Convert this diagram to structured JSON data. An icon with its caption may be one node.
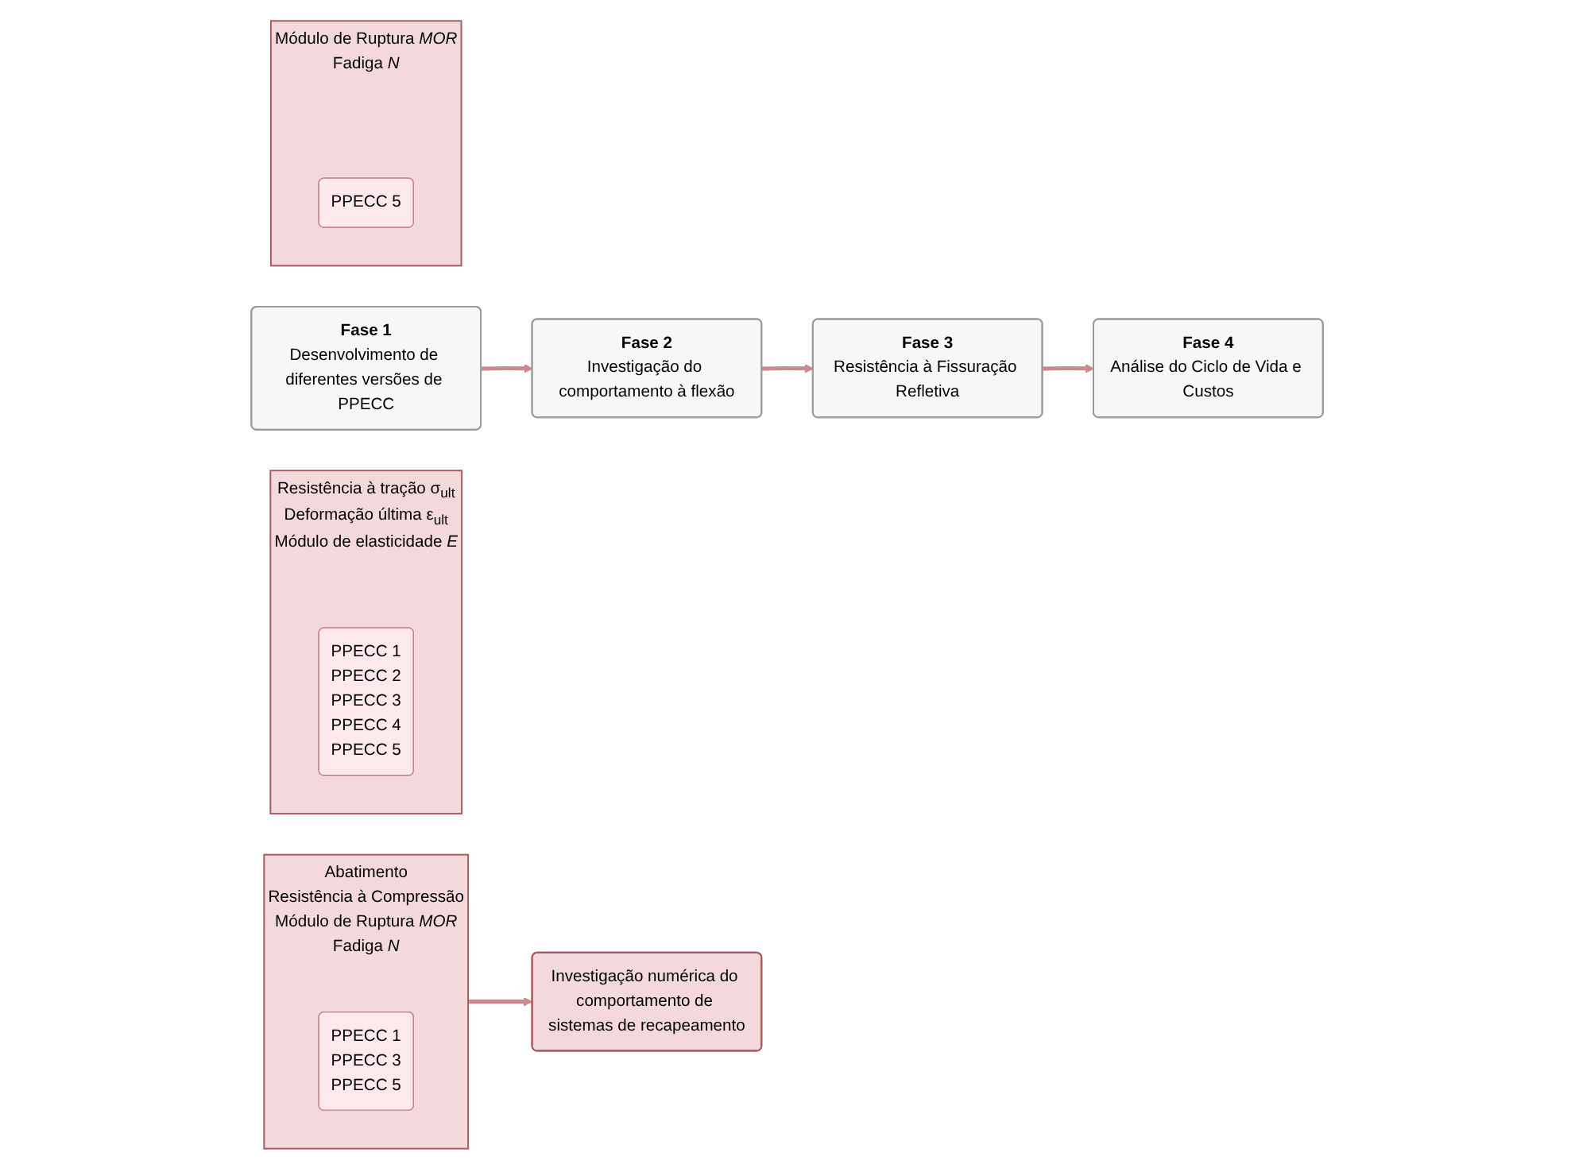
{
  "diagram": {
    "nodes": [
      {
        "text": [
          "Fase 1",
          "Desenvolvimento de diferentes versões de PPECC"
        ]
      },
      {
        "text": [
          "Resistência à tração σ$_{ult}$",
          "Deformação última ε$_{ult}$",
          "Módulo de elasticidade *E*"
        ]
      },
      {
        "text": [
          "PPECC 1",
          "PPECC 2",
          "PPECC 3",
          "PPECC 4",
          "PPECC 5"
        ],
        "in": 1
      },
      {
        "text": [
          "Fase 2",
          "Investigação do comportamento à flexão"
        ]
      },
      {
        "text": [
          "Abatimento",
          "Resistência à Compressão",
          "Módulo de Ruptura *MOR*",
          "Fadiga *N*"
        ]
      },
      {
        "text": [
          "PPECC 1",
          "PPECC 3",
          "PPECC 5"
        ],
        "in": 4
      },
      {
        "text": [
          "Fase 3",
          "Resistência à Fissuração Refletiva"
        ]
      },
      {
        "text": [
          "Módulo de Ruptura *MOR*",
          "Fadiga *N*"
        ]
      },
      {
        "text": [
          "PPECC 5"
        ],
        "in": 7
      },
      {
        "text": [
          "Fase 4",
          "Análise do Ciclo de Vida e Custos"
        ]
      },
      {
        "text": [
          "Investigação numérica do comportamento de sistemas de recapeamento"
        ]
      }
    ],
    "edges": [
      {
        "from": 0,
        "to": 3,
        "arrow": "to"
      },
      {
        "from": 3,
        "to": 6,
        "arrow": "to"
      },
      {
        "from": 6,
        "to": 9,
        "arrow": "to"
      },
      {
        "from": 4,
        "to": 10,
        "arrow": "to"
      }
    ]
  }
}
